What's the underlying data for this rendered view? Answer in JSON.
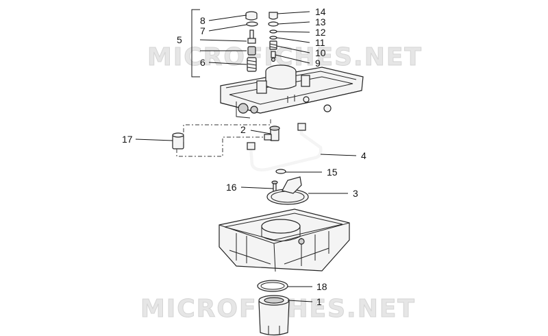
{
  "watermarks": [
    "MICROFICHES.NET",
    "MICROFICHES.NET"
  ],
  "callouts": {
    "c1": "1",
    "c2": "2",
    "c3": "3",
    "c4": "4",
    "c5": "5",
    "c6": "6",
    "c7": "7",
    "c8": "8",
    "c9": "9",
    "c10": "10",
    "c11": "11",
    "c12": "12",
    "c13": "13",
    "c14": "14",
    "c15": "15",
    "c16": "16",
    "c17": "17",
    "c18": "18"
  }
}
